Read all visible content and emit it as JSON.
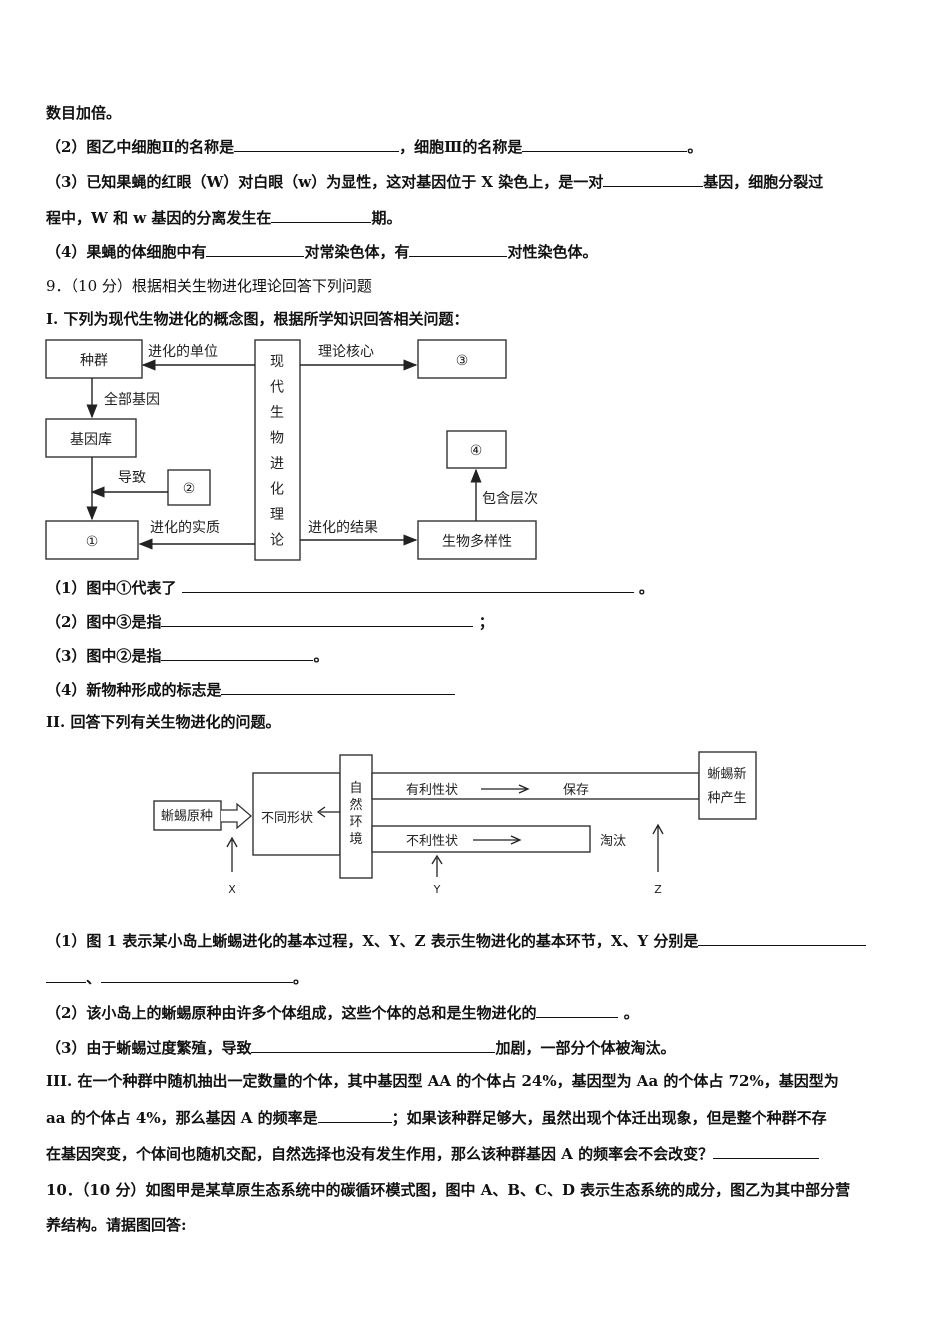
{
  "q8": {
    "l0": "数目加倍。",
    "l1a": "（2）图乙中细胞Ⅱ的名称是",
    "l1b": "，细胞Ⅲ的名称是",
    "l1c": "。",
    "l2a": "（3）已知果蝇的红眼（W）对白眼（w）为显性，这对基因位于 X 染色上，是一对",
    "l2b": "基因，细胞分裂过",
    "l3a": "程中，W 和 w 基因的分离发生在",
    "l3b": "期。",
    "l4a": "（4）果蝇的体细胞中有",
    "l4b": "对常染色体，有",
    "l4c": "对性染色体。"
  },
  "q9": {
    "head": "9．（10 分）根据相关生物进化理论回答下列问题",
    "partI": "I.",
    "partI_text": "下列为现代生物进化的概念图，根据所学知识回答相关问题：",
    "diagram1": {
      "zhongqun": "种群",
      "jinhua_danwei": "进化的单位",
      "xiandai": [
        "现",
        "代",
        "生",
        "物",
        "进",
        "化",
        "理",
        "论"
      ],
      "lilun_hexin": "理论核心",
      "c3": "③",
      "quanbu_jiyin": "全部基因",
      "jiyinku": "基因库",
      "daozhi": "导致",
      "c2": "②",
      "c4": "④",
      "baohan": "包含层次",
      "shizhi": "进化的实质",
      "jieguo": "进化的结果",
      "c1": "①",
      "duoyang": "生物多样性"
    },
    "i1a": "（1）图中①代表了",
    "i1b": "。",
    "i2a": "（2）图中③是指",
    "i2b": "；",
    "i3a": "（3）图中②是指",
    "i3b": "。",
    "i4a": "（4）新物种形成的标志是",
    "partII": "II.",
    "partII_text": "回答下列有关生物进化的问题。",
    "diagram2": {
      "yuanzhong": "蜥蜴原种",
      "butong": "不同形状",
      "ziran": [
        "自",
        "然",
        "环",
        "境"
      ],
      "youli": "有利性状",
      "baocun": "保存",
      "buli": "不利性状",
      "taotai": "淘汰",
      "xinzhong1": "蜥蜴新",
      "xinzhong2": "种产生",
      "x": "X",
      "y": "Y",
      "z": "Z"
    },
    "ii1a": "（1）图 1 表示某小岛上蜥蜴进化的基本过程，X、Y、Z 表示生物进化的基本环节，X、Y 分别是",
    "ii1b": "、",
    "ii1c": "。",
    "ii2a": "（2）该小岛上的蜥蜴原种由许多个体组成，这些个体的总和是生物进化的",
    "ii2b": "。",
    "ii3a": "（3）由于蜥蜴过度繁殖，导致",
    "ii3b": "加剧，一部分个体被淘汰。",
    "partIII": "III.",
    "iii1": "在一个种群中随机抽出一定数量的个体，其中基因型 AA 的个体占 24%，基因型为 Aa 的个体占 72%，基因型为",
    "iii2a": "aa 的个体占 4%，那么基因 A 的频率是",
    "iii2b": "；如果该种群足够大，虽然出现个体迁出现象，但是整个种群不存",
    "iii3": "在基因突变，个体间也随机交配，自然选择也没有发生作用，那么该种群基因 A 的频率会不会改变？"
  },
  "q10": {
    "l1": "10．（10 分）如图甲是某草原生态系统中的碳循环模式图，图中 A、B、C、D 表示生态系统的成分，图乙为其中部分营",
    "l2": "养结构。请据图回答:"
  }
}
